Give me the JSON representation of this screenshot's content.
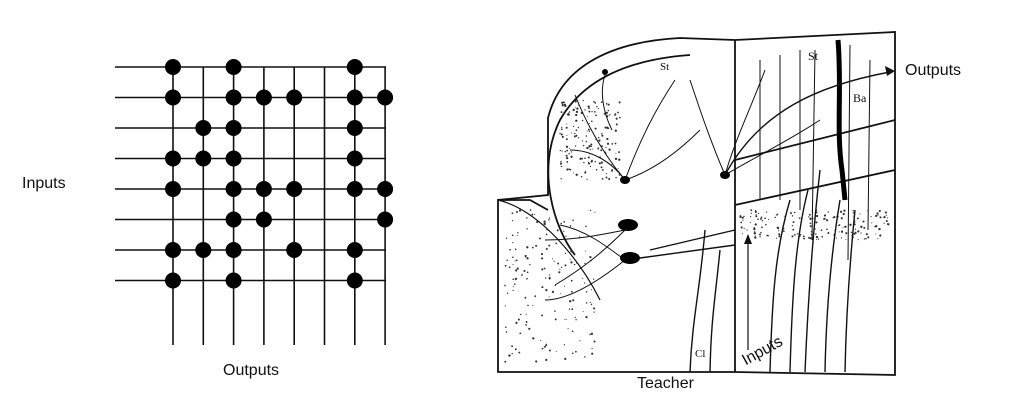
{
  "left_diagram": {
    "inputs_label": "Inputs",
    "outputs_label": "Outputs",
    "rows": 8,
    "cols": 8,
    "connections": [
      [
        1,
        0,
        1,
        0,
        0,
        0,
        1,
        0
      ],
      [
        1,
        0,
        1,
        1,
        1,
        0,
        1,
        1
      ],
      [
        0,
        1,
        1,
        0,
        0,
        0,
        1,
        0
      ],
      [
        1,
        1,
        1,
        0,
        0,
        0,
        1,
        0
      ],
      [
        1,
        0,
        1,
        1,
        1,
        0,
        1,
        1
      ],
      [
        0,
        0,
        1,
        1,
        0,
        0,
        0,
        1
      ],
      [
        1,
        1,
        1,
        0,
        1,
        0,
        1,
        0
      ],
      [
        1,
        0,
        1,
        0,
        0,
        0,
        1,
        0
      ]
    ]
  },
  "right_diagram": {
    "outputs_label": "Outputs",
    "teacher_label": "Teacher",
    "inputs_label": "Inputs",
    "inline_labels": [
      "St",
      "St",
      "Ba",
      "Cl"
    ]
  },
  "colors": {
    "ink": "#111111",
    "background": "#ffffff"
  }
}
